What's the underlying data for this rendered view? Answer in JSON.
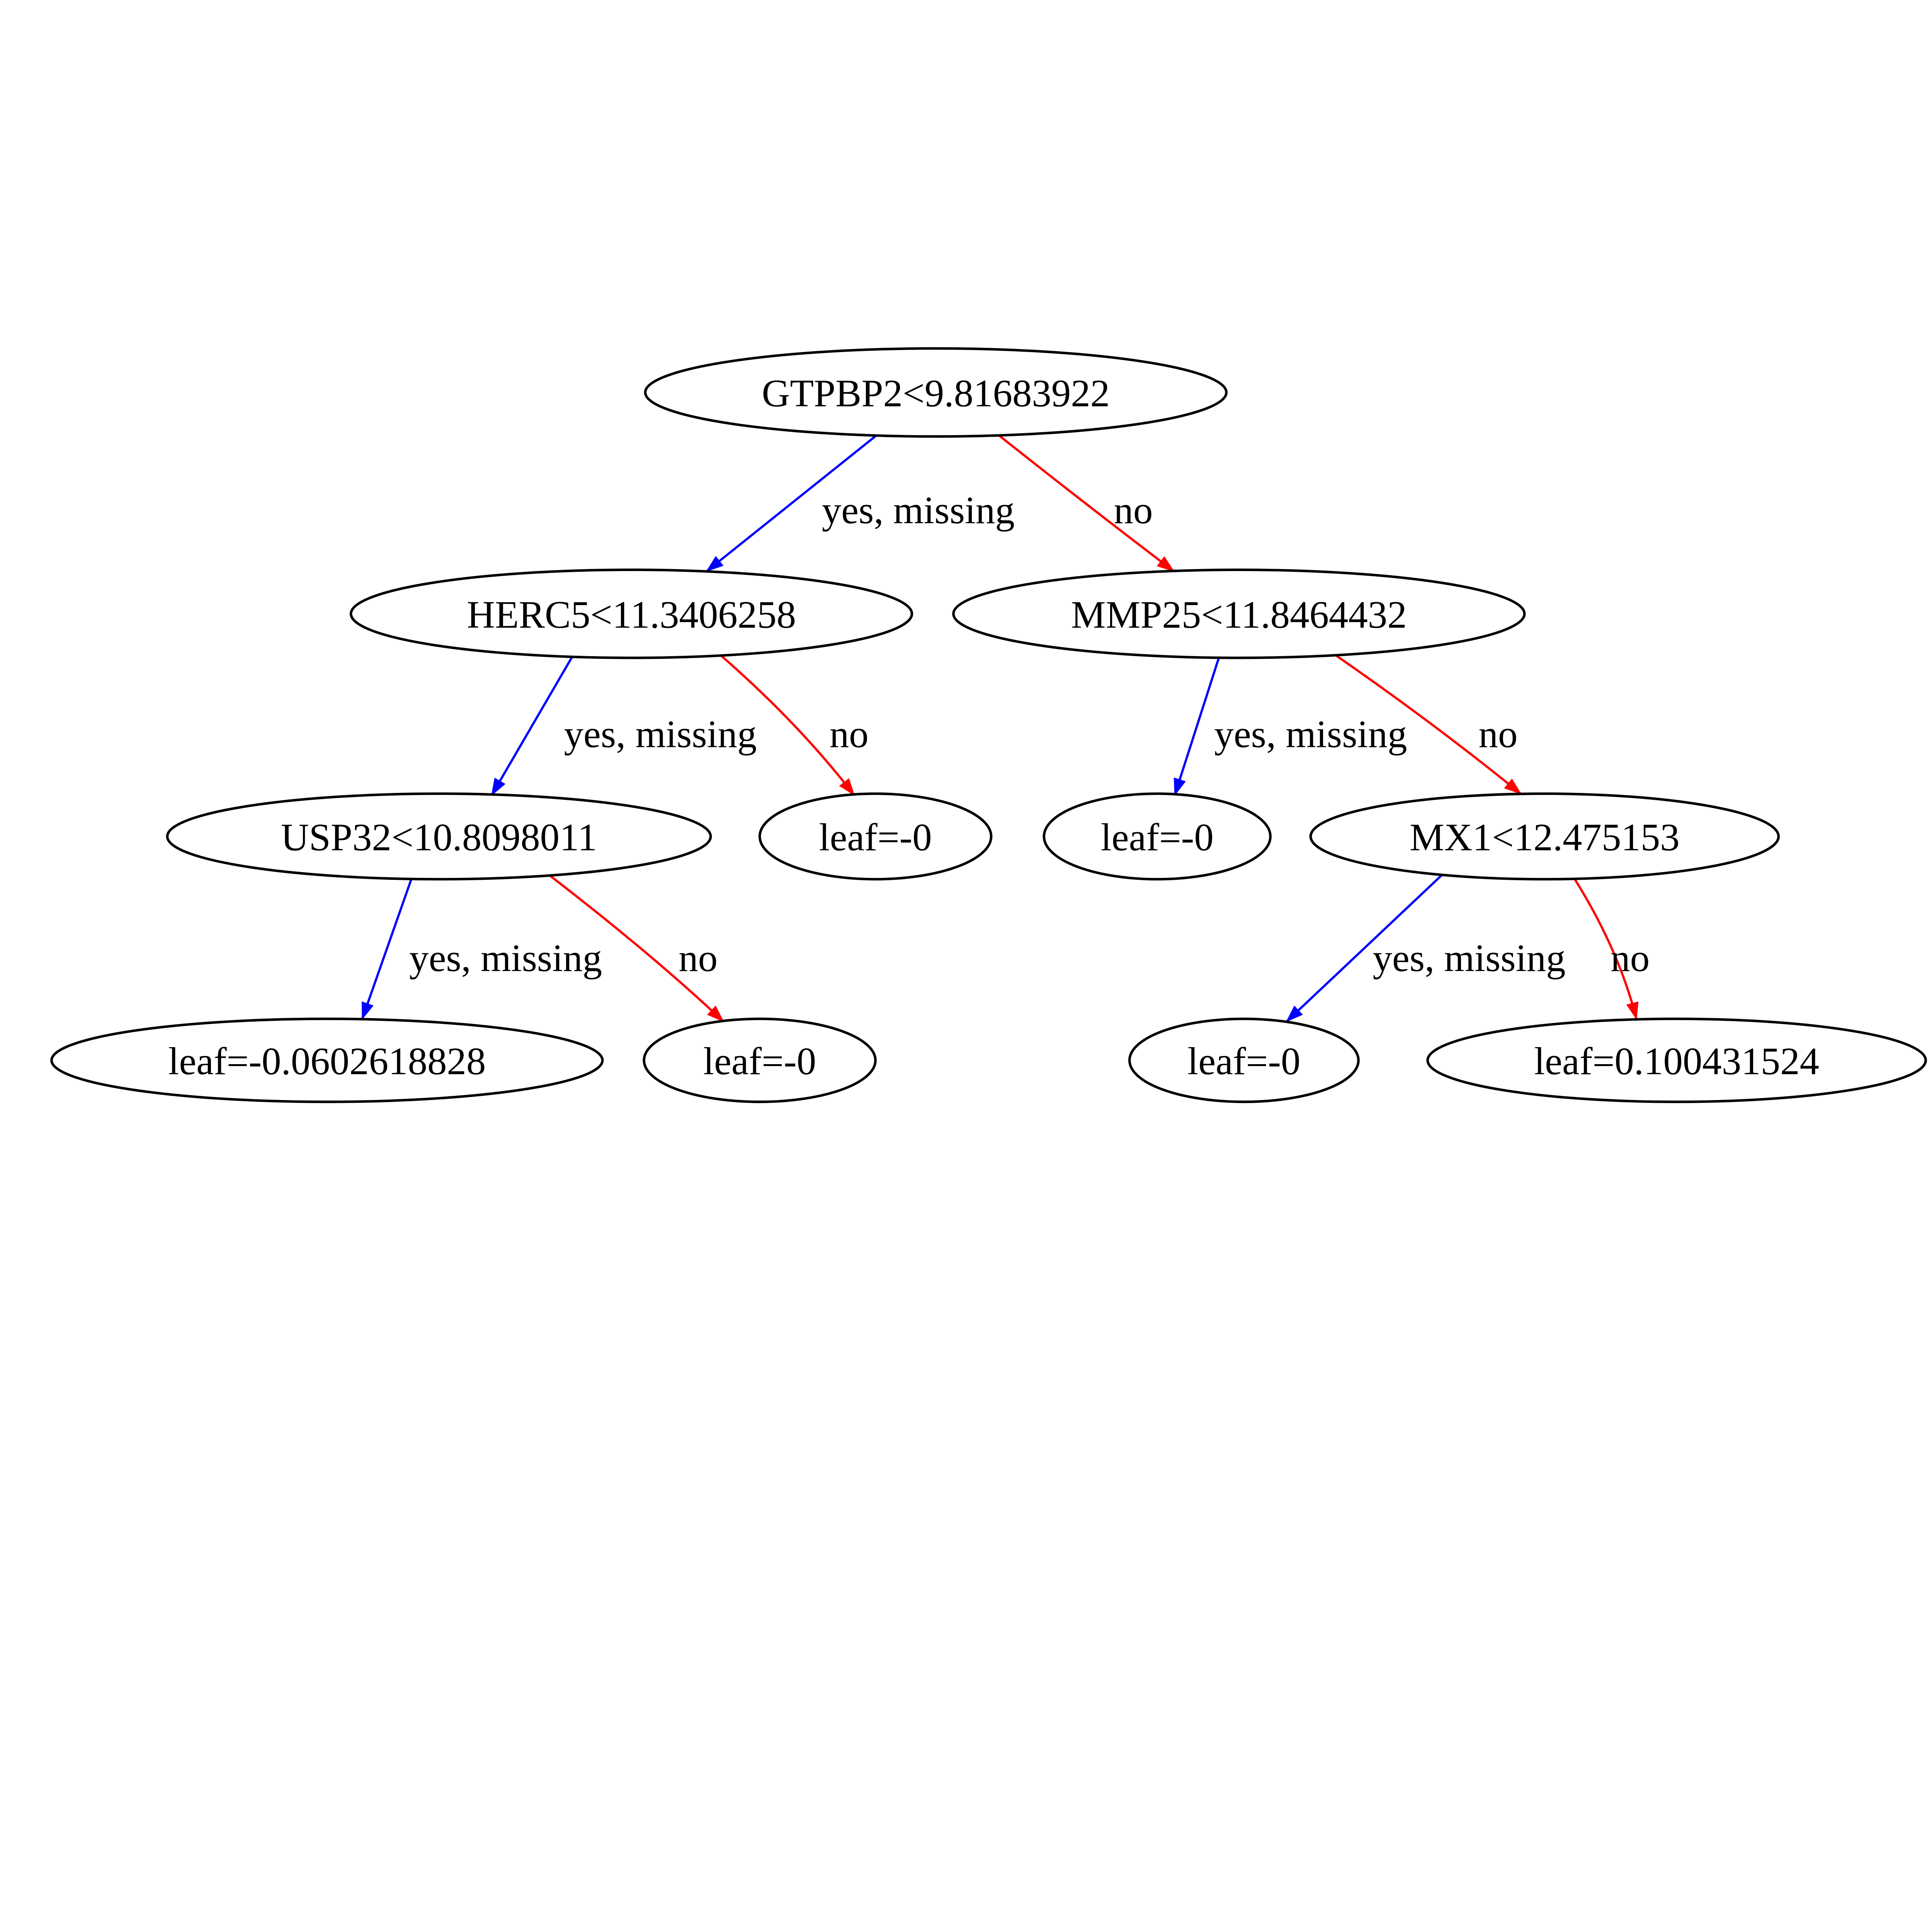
{
  "diagram": {
    "type": "xgboost-decision-tree",
    "background_color": "#ffffff",
    "colors": {
      "yes_missing_edge": "#0000ff",
      "no_edge": "#ff0000",
      "node_stroke": "#000000",
      "text": "#000000"
    },
    "nodes": {
      "root": {
        "label": "GTPBP2<9.81683922",
        "type": "split"
      },
      "herc5": {
        "label": "HERC5<11.3406258",
        "type": "split"
      },
      "mmp25": {
        "label": "MMP25<11.8464432",
        "type": "split"
      },
      "usp32": {
        "label": "USP32<10.8098011",
        "type": "split"
      },
      "mx1": {
        "label": "MX1<12.475153",
        "type": "split"
      },
      "leaf_herc5_no": {
        "label": "leaf=-0",
        "type": "leaf"
      },
      "leaf_mmp25_yes": {
        "label": "leaf=-0",
        "type": "leaf"
      },
      "leaf_usp32_yes": {
        "label": "leaf=-0.0602618828",
        "type": "leaf"
      },
      "leaf_usp32_no": {
        "label": "leaf=-0",
        "type": "leaf"
      },
      "leaf_mx1_yes": {
        "label": "leaf=-0",
        "type": "leaf"
      },
      "leaf_mx1_no": {
        "label": "leaf=0.100431524",
        "type": "leaf"
      }
    },
    "edges": [
      {
        "from": "root",
        "to": "herc5",
        "label": "yes, missing",
        "color": "#0000ff"
      },
      {
        "from": "root",
        "to": "mmp25",
        "label": "no",
        "color": "#ff0000"
      },
      {
        "from": "herc5",
        "to": "usp32",
        "label": "yes, missing",
        "color": "#0000ff"
      },
      {
        "from": "herc5",
        "to": "leaf_herc5_no",
        "label": "no",
        "color": "#ff0000"
      },
      {
        "from": "mmp25",
        "to": "leaf_mmp25_yes",
        "label": "yes, missing",
        "color": "#0000ff"
      },
      {
        "from": "mmp25",
        "to": "mx1",
        "label": "no",
        "color": "#ff0000"
      },
      {
        "from": "usp32",
        "to": "leaf_usp32_yes",
        "label": "yes, missing",
        "color": "#0000ff"
      },
      {
        "from": "usp32",
        "to": "leaf_usp32_no",
        "label": "no",
        "color": "#ff0000"
      },
      {
        "from": "mx1",
        "to": "leaf_mx1_yes",
        "label": "yes, missing",
        "color": "#0000ff"
      },
      {
        "from": "mx1",
        "to": "leaf_mx1_no",
        "label": "no",
        "color": "#ff0000"
      }
    ]
  }
}
